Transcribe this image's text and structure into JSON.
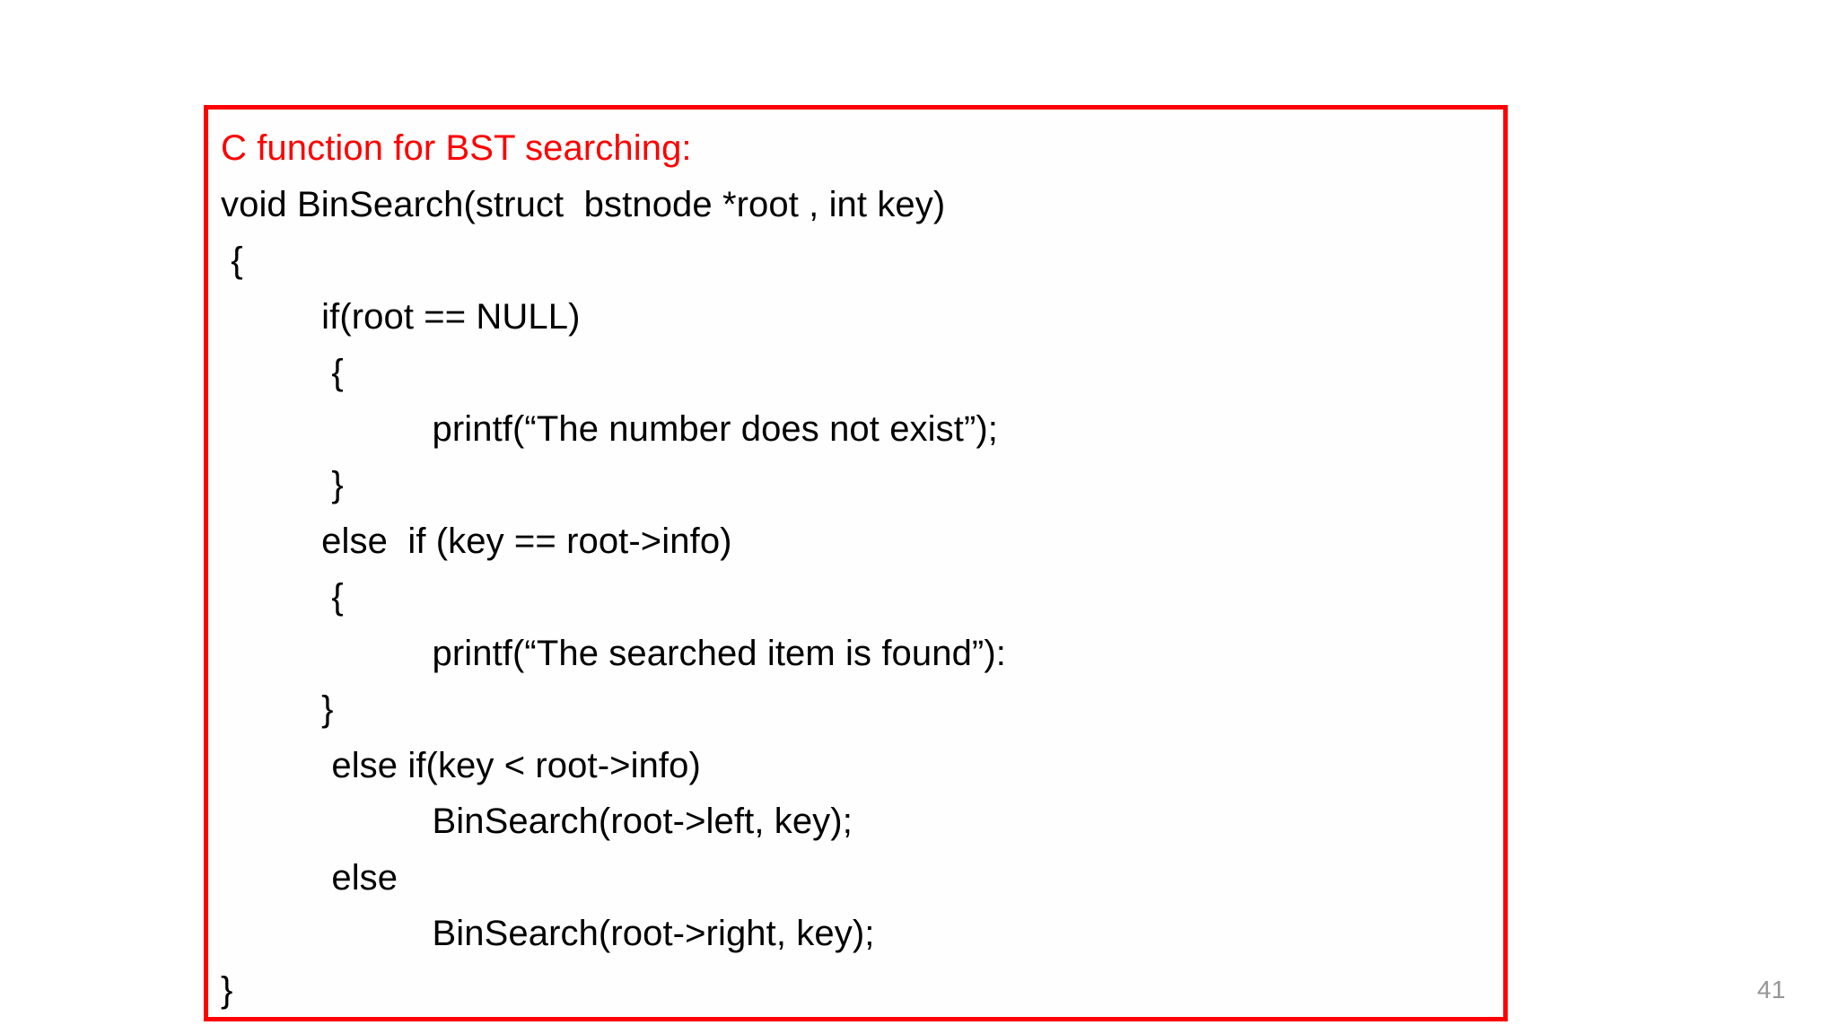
{
  "slide": {
    "page_number": "41",
    "accent_color": "#FF0000",
    "text_color": "#000000",
    "background_color": "#FFFFFF",
    "page_number_color": "#969696"
  },
  "code_box": {
    "border_color": "#FF0000",
    "lines": [
      {
        "text": "C function for BST searching:",
        "color": "red"
      },
      {
        "text": "void BinSearch(struct  bstnode *root , int key)",
        "color": "black"
      },
      {
        "text": " {",
        "color": "black"
      },
      {
        "text": "          if(root == NULL)",
        "color": "black"
      },
      {
        "text": "           {",
        "color": "black"
      },
      {
        "text": "                     printf(“The number does not exist”);",
        "color": "black"
      },
      {
        "text": "           }",
        "color": "black"
      },
      {
        "text": "          else  if (key == root->info)",
        "color": "black"
      },
      {
        "text": "           {",
        "color": "black"
      },
      {
        "text": "                     printf(“The searched item is found”):",
        "color": "black"
      },
      {
        "text": "          }",
        "color": "black"
      },
      {
        "text": "           else if(key < root->info)",
        "color": "black"
      },
      {
        "text": "                     BinSearch(root->left, key);",
        "color": "black"
      },
      {
        "text": "           else",
        "color": "black"
      },
      {
        "text": "                     BinSearch(root->right, key);",
        "color": "black"
      },
      {
        "text": "}",
        "color": "black"
      }
    ]
  }
}
